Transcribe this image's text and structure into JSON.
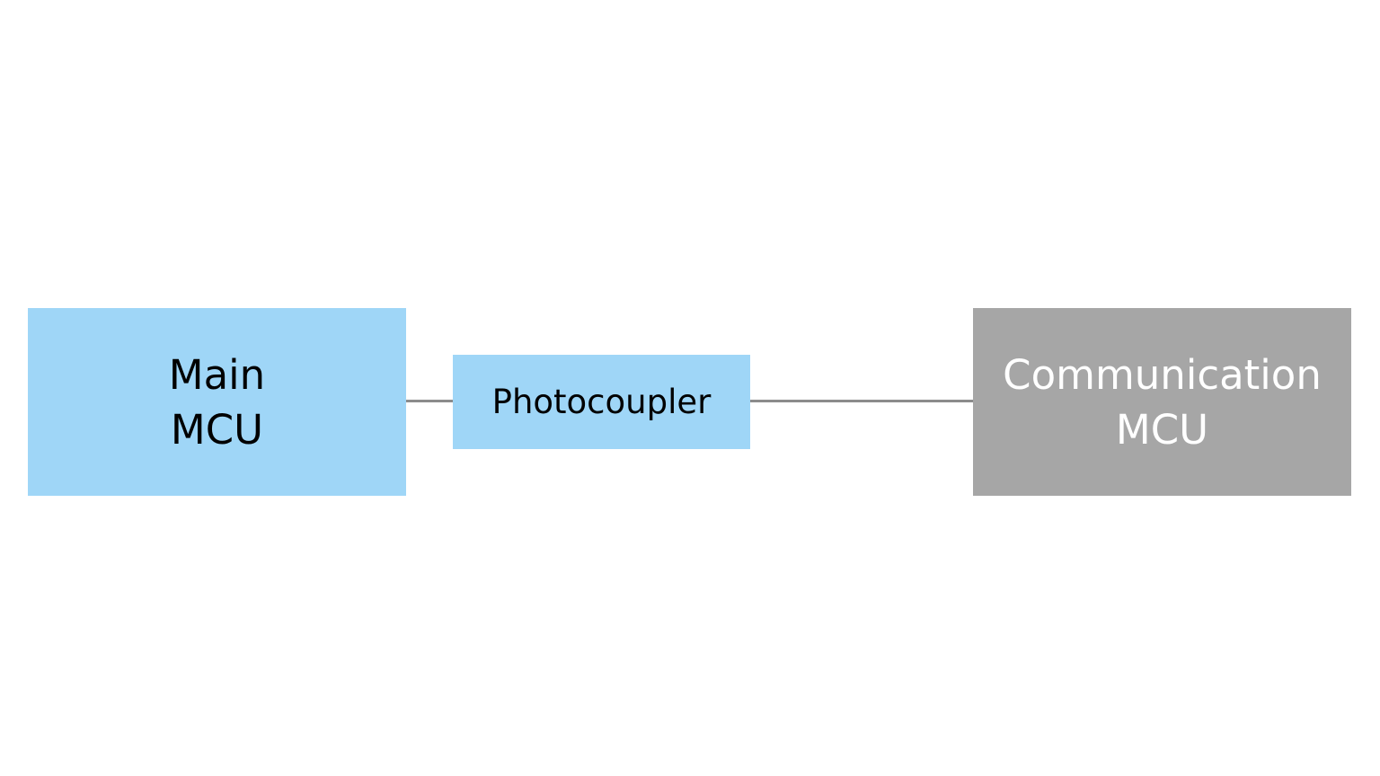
{
  "blocks": {
    "main_mcu": {
      "label": "Main\nMCU",
      "fill": "#9fd6f7",
      "text_color": "#000000"
    },
    "photocoupler": {
      "label": "Photocoupler",
      "fill": "#9fd6f7",
      "text_color": "#000000"
    },
    "communication_mcu": {
      "label": "Communication\nMCU",
      "fill": "#a6a6a6",
      "text_color": "#ffffff"
    }
  },
  "connector_color": "#8c8c8c"
}
